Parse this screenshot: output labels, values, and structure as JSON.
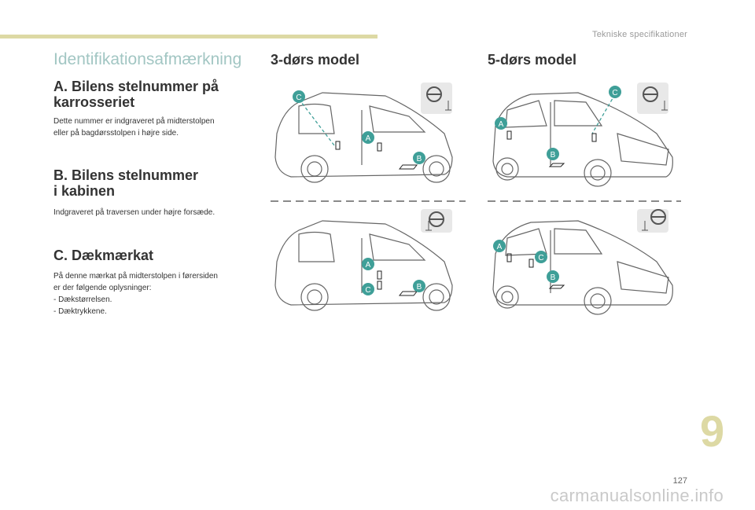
{
  "header": {
    "title": "Tekniske specifikationer"
  },
  "main_title": "Identifikationsafmærkning",
  "sections": [
    {
      "heading_line1": "A. Bilens stelnummer på",
      "heading_line2": "karrosseriet",
      "text_line1": "Dette nummer er indgraveret på midterstolpen",
      "text_line2": "eller på bagdørsstolpen i højre side."
    },
    {
      "heading_line1": "B. Bilens stelnummer",
      "heading_line2": "i kabinen",
      "text_line1": "Indgraveret på traversen under højre forsæde."
    },
    {
      "heading_line1": "C. Dækmærkat",
      "text_line1": "På denne mærkat på midterstolpen i førersiden",
      "text_line2": "er der følgende oplysninger:",
      "bullets": [
        "Dækstørrelsen.",
        "Dæktrykkene."
      ]
    }
  ],
  "columns": {
    "three_door": "3-dørs model",
    "five_door": "5-dørs model"
  },
  "markers": {
    "a": "A",
    "b": "B",
    "c": "C"
  },
  "chapter_number": "9",
  "page_number": "127",
  "watermark": "carmanualsonline.info",
  "colors": {
    "accent_bar": "#ddd9a4",
    "title": "#a2c6c3",
    "marker": "#3f9f98"
  },
  "icons": {
    "steering": "steering-wheel-icon",
    "seat": "seat-icon"
  }
}
